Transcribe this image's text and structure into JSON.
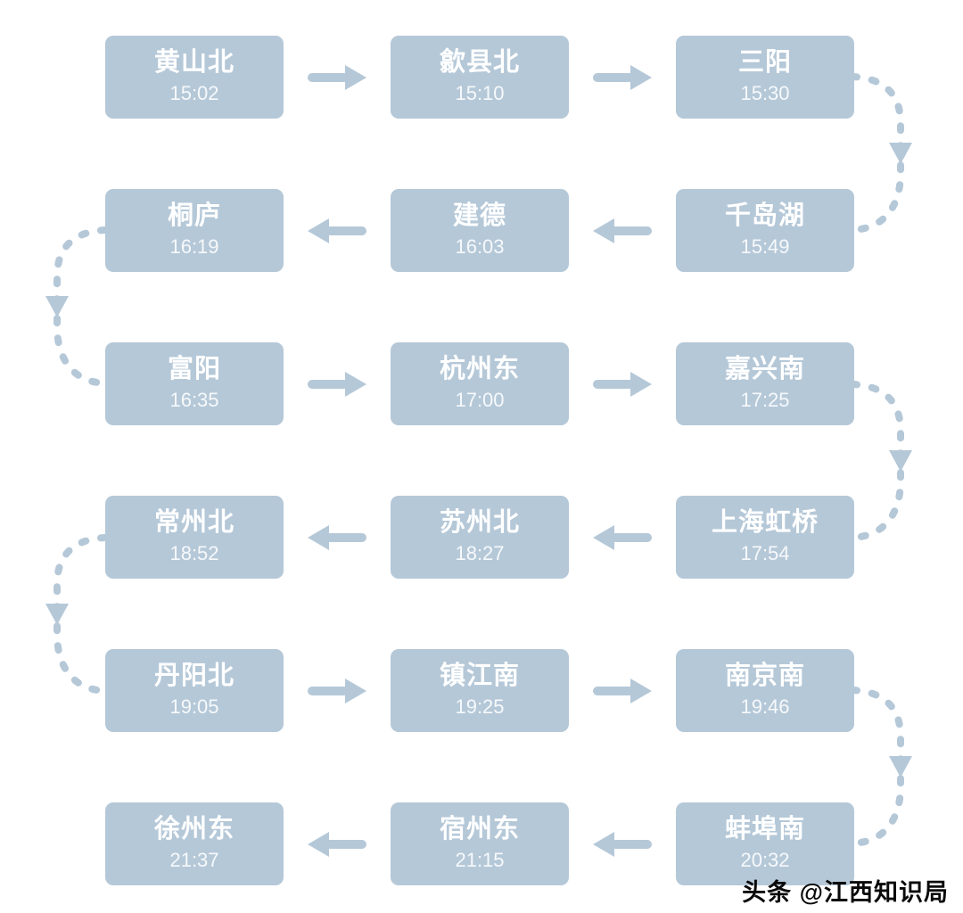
{
  "theme": {
    "accent": "#b5c8d8",
    "background": "#ffffff",
    "station_text": "#ffffff",
    "watermark_color": "#0a0a0a"
  },
  "watermark": "头条 @江西知识局",
  "route": {
    "rows": [
      {
        "direction": "right",
        "stations": [
          {
            "name": "黄山北",
            "time": "15:02"
          },
          {
            "name": "歙县北",
            "time": "15:10"
          },
          {
            "name": "三阳",
            "time": "15:30"
          }
        ]
      },
      {
        "direction": "left",
        "stations": [
          {
            "name": "桐庐",
            "time": "16:19"
          },
          {
            "name": "建德",
            "time": "16:03"
          },
          {
            "name": "千岛湖",
            "time": "15:49"
          }
        ]
      },
      {
        "direction": "right",
        "stations": [
          {
            "name": "富阳",
            "time": "16:35"
          },
          {
            "name": "杭州东",
            "time": "17:00"
          },
          {
            "name": "嘉兴南",
            "time": "17:25"
          }
        ]
      },
      {
        "direction": "left",
        "stations": [
          {
            "name": "常州北",
            "time": "18:52"
          },
          {
            "name": "苏州北",
            "time": "18:27"
          },
          {
            "name": "上海虹桥",
            "time": "17:54"
          }
        ]
      },
      {
        "direction": "right",
        "stations": [
          {
            "name": "丹阳北",
            "time": "19:05"
          },
          {
            "name": "镇江南",
            "time": "19:25"
          },
          {
            "name": "南京南",
            "time": "19:46"
          }
        ]
      },
      {
        "direction": "left",
        "stations": [
          {
            "name": "徐州东",
            "time": "21:37"
          },
          {
            "name": "宿州东",
            "time": "21:15"
          },
          {
            "name": "蚌埠南",
            "time": "20:32"
          }
        ]
      }
    ]
  }
}
